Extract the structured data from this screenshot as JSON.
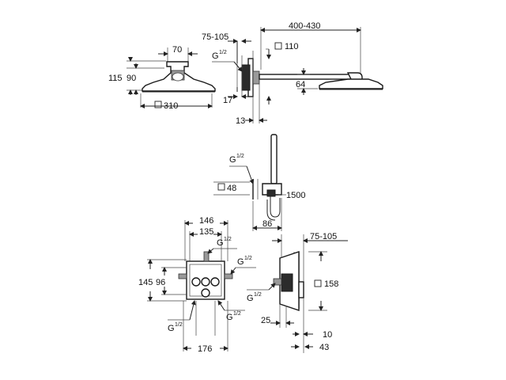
{
  "head_front": {
    "w70": "70",
    "h115": "115",
    "h90": "90",
    "d310": "310"
  },
  "head_side": {
    "d400_430": "400-430",
    "d75_105": "75-105",
    "g": "G",
    "g_frac": "1/2",
    "d110": "110",
    "d64": "64",
    "d17": "17",
    "d13": "13"
  },
  "handshower": {
    "g": "G",
    "g_frac": "1/2",
    "d48": "48",
    "d1500": "1500",
    "d86": "86"
  },
  "valve_front": {
    "d146": "146",
    "d135": "135",
    "g_top": "G",
    "g_top_frac": "1/2",
    "h145": "145",
    "h96": "96",
    "g_right": "G",
    "g_right_frac": "1/2",
    "g_bl": "G",
    "g_bl_frac": "1/2",
    "g_br": "G",
    "g_br_frac": "1/2",
    "d176": "176"
  },
  "valve_side": {
    "d75_105": "75-105",
    "d158": "158",
    "g": "G",
    "g_frac": "1/2",
    "d25": "25",
    "d10": "10",
    "d43": "43"
  }
}
